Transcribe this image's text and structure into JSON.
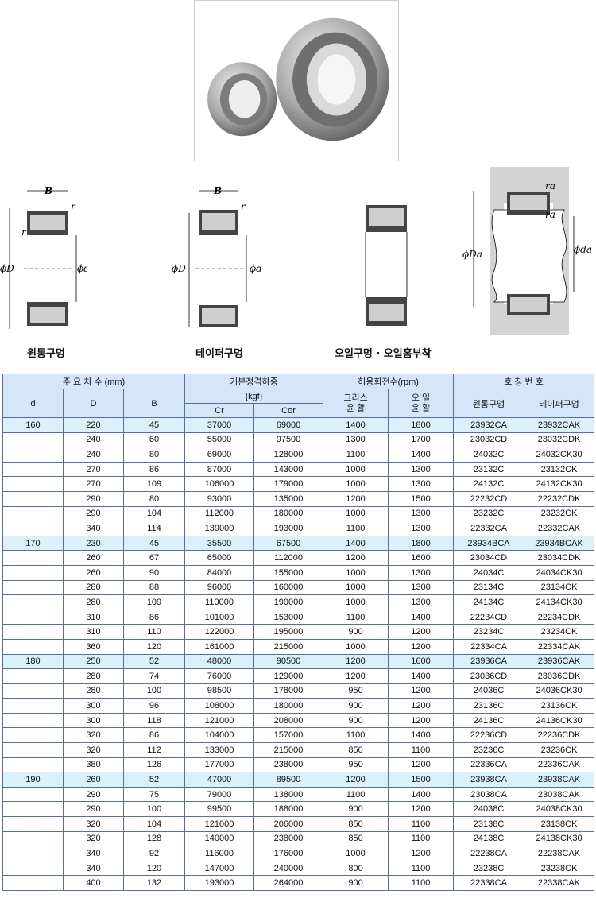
{
  "diagram_labels": {
    "B": "B",
    "r": "r",
    "phiD": "ϕD",
    "phid": "ϕd",
    "phiDa": "ϕDa",
    "phida": "ϕda",
    "ra": "ra"
  },
  "captions": [
    "원통구멍",
    "테이퍼구멍",
    "오일구멍 · 오일홈부착"
  ],
  "table": {
    "headers": {
      "main_dims": "주 요 치 수 (mm)",
      "basic_load": "기본정격하중",
      "allowable_speed": "허용회전수(rpm)",
      "designation": "호 칭 번 호",
      "d": "d",
      "D": "D",
      "B": "B",
      "kgf": "{kgf}",
      "Cr": "Cr",
      "Cor": "Cor",
      "grease_1": "그리스",
      "grease_2": "윤 활",
      "oil_1": "오 일",
      "oil_2": "윤 활",
      "cylindrical": "원통구멍",
      "tapered": "테이퍼구멍"
    },
    "rows": [
      [
        "160",
        "220",
        "45",
        "37000",
        "69000",
        "1400",
        "1800",
        "23932CA",
        "23932CAK"
      ],
      [
        "",
        "240",
        "60",
        "55000",
        "97500",
        "1300",
        "1700",
        "23032CD",
        "23032CDK"
      ],
      [
        "",
        "240",
        "80",
        "69000",
        "128000",
        "1100",
        "1400",
        "24032C",
        "24032CK30"
      ],
      [
        "",
        "270",
        "86",
        "87000",
        "143000",
        "1000",
        "1300",
        "23132C",
        "23132CK"
      ],
      [
        "",
        "270",
        "109",
        "106000",
        "179000",
        "1000",
        "1300",
        "24132C",
        "24132CK30"
      ],
      [
        "",
        "290",
        "80",
        "93000",
        "135000",
        "1200",
        "1500",
        "22232CD",
        "22232CDK"
      ],
      [
        "",
        "290",
        "104",
        "112000",
        "180000",
        "1000",
        "1300",
        "23232C",
        "23232CK"
      ],
      [
        "",
        "340",
        "114",
        "139000",
        "193000",
        "1100",
        "1300",
        "22332CA",
        "22332CAK"
      ],
      [
        "170",
        "230",
        "45",
        "35500",
        "67500",
        "1400",
        "1800",
        "23934BCA",
        "23934BCAK"
      ],
      [
        "",
        "260",
        "67",
        "65000",
        "112000",
        "1200",
        "1600",
        "23034CD",
        "23034CDK"
      ],
      [
        "",
        "260",
        "90",
        "84000",
        "155000",
        "1000",
        "1300",
        "24034C",
        "24034CK30"
      ],
      [
        "",
        "280",
        "88",
        "96000",
        "160000",
        "1000",
        "1300",
        "23134C",
        "23134CK"
      ],
      [
        "",
        "280",
        "109",
        "110000",
        "190000",
        "1000",
        "1300",
        "24134C",
        "24134CK30"
      ],
      [
        "",
        "310",
        "86",
        "101000",
        "153000",
        "1100",
        "1400",
        "22234CD",
        "22234CDK"
      ],
      [
        "",
        "310",
        "110",
        "122000",
        "195000",
        "900",
        "1200",
        "23234C",
        "23234CK"
      ],
      [
        "",
        "360",
        "120",
        "161000",
        "215000",
        "1000",
        "1200",
        "22334CA",
        "22334CAK"
      ],
      [
        "180",
        "250",
        "52",
        "48000",
        "90500",
        "1200",
        "1600",
        "23936CA",
        "23936CAK"
      ],
      [
        "",
        "280",
        "74",
        "76000",
        "129000",
        "1200",
        "1400",
        "23036CD",
        "23036CDK"
      ],
      [
        "",
        "280",
        "100",
        "98500",
        "178000",
        "950",
        "1200",
        "24036C",
        "24036CK30"
      ],
      [
        "",
        "300",
        "96",
        "108000",
        "180000",
        "900",
        "1200",
        "23136C",
        "23136CK"
      ],
      [
        "",
        "300",
        "118",
        "121000",
        "208000",
        "900",
        "1200",
        "24136C",
        "24136CK30"
      ],
      [
        "",
        "320",
        "86",
        "104000",
        "157000",
        "1100",
        "1400",
        "22236CD",
        "22236CDK"
      ],
      [
        "",
        "320",
        "112",
        "133000",
        "215000",
        "850",
        "1100",
        "23236C",
        "23236CK"
      ],
      [
        "",
        "380",
        "126",
        "177000",
        "238000",
        "950",
        "1200",
        "22336CA",
        "22336CAK"
      ],
      [
        "190",
        "260",
        "52",
        "47000",
        "89500",
        "1200",
        "1500",
        "23938CA",
        "23938CAK"
      ],
      [
        "",
        "290",
        "75",
        "79000",
        "138000",
        "1100",
        "1400",
        "23038CA",
        "23038CAK"
      ],
      [
        "",
        "290",
        "100",
        "99500",
        "188000",
        "900",
        "1200",
        "24038C",
        "24038CK30"
      ],
      [
        "",
        "320",
        "104",
        "121000",
        "206000",
        "850",
        "1100",
        "23138C",
        "23138CK"
      ],
      [
        "",
        "320",
        "128",
        "140000",
        "238000",
        "850",
        "1100",
        "24138C",
        "24138CK30"
      ],
      [
        "",
        "340",
        "92",
        "116000",
        "176000",
        "1000",
        "1200",
        "22238CA",
        "22238CAK"
      ],
      [
        "",
        "340",
        "120",
        "147000",
        "240000",
        "800",
        "1100",
        "23238C",
        "23238CK"
      ],
      [
        "",
        "400",
        "132",
        "193000",
        "264000",
        "900",
        "1100",
        "22338CA",
        "22338CAK"
      ]
    ]
  },
  "colors": {
    "header_bg": "#d6e6fa",
    "group_row_bg": "#daf0fb",
    "border": "#5a6f93"
  },
  "icons": {
    "product_photo": "spherical-roller-bearing-photo"
  }
}
